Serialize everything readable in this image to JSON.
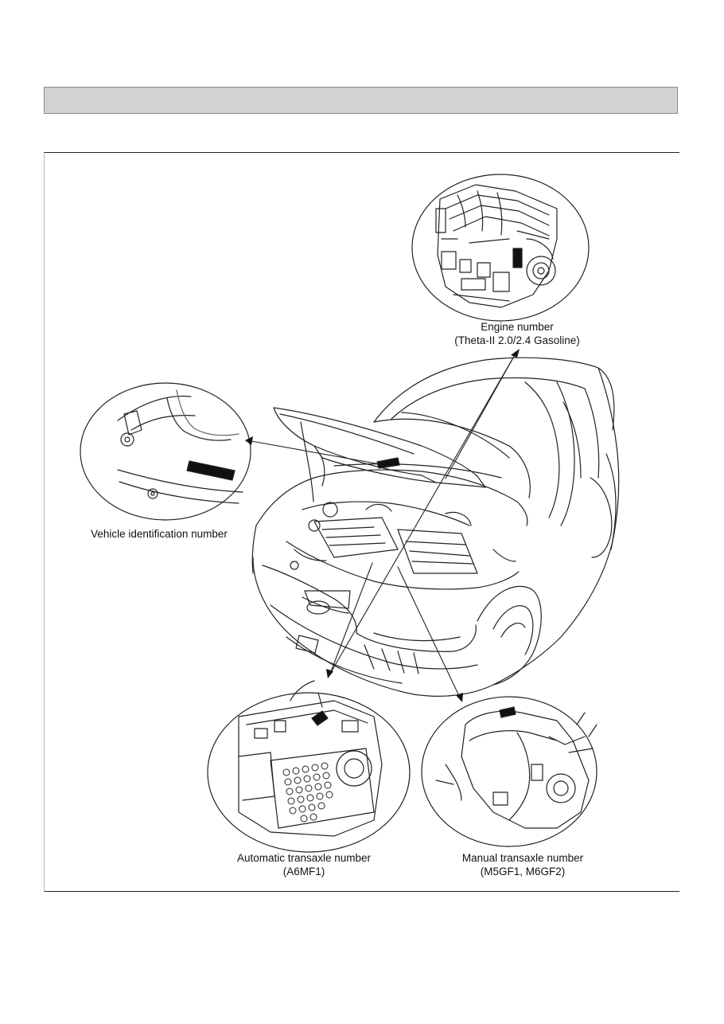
{
  "figure": {
    "labels": {
      "engine_line1": "Engine number",
      "engine_line2": "(Theta-II 2.0/2.4 Gasoline)",
      "vin": "Vehicle identification number",
      "auto_line1": "Automatic transaxle number",
      "auto_line2": "(A6MF1)",
      "manual_line1": "Manual transaxle number",
      "manual_line2": "(M5GF1, M6GF2)"
    }
  }
}
